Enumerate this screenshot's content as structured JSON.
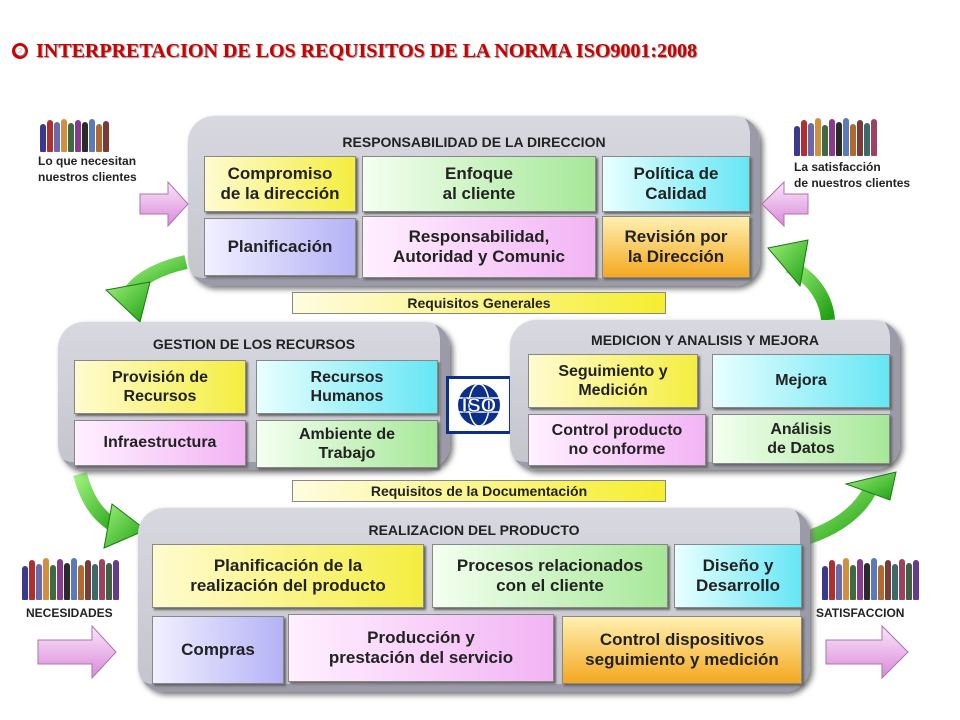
{
  "title": "INTERPRETACION DE LOS REQUISITOS DE LA NORMA ISO9001:2008",
  "title_bullet": "❷",
  "responsabilidad": {
    "title": "RESPONSABILIDAD DE LA DIRECCION",
    "compromiso": "Compromiso\nde la dirección",
    "enfoque": "Enfoque\nal cliente",
    "politica": "Política de\nCalidad",
    "planificacion": "Planificación",
    "responsabilidad": "Responsabilidad,\nAutoridad y Comunic",
    "revision": "Revisión por\nla Dirección"
  },
  "requisitos_generales": "Requisitos Generales",
  "gestion": {
    "title": "GESTION DE LOS RECURSOS",
    "provision": "Provisión de\nRecursos",
    "recursos_humanos": "Recursos\nHumanos",
    "infraestructura": "Infraestructura",
    "ambiente": "Ambiente de\nTrabajo"
  },
  "medicion": {
    "title": "MEDICION Y ANALISIS Y MEJORA",
    "seguimiento": "Seguimiento y\nMedición",
    "mejora": "Mejora",
    "control_producto": "Control producto\nno conforme",
    "analisis": "Análisis\nde Datos"
  },
  "iso_logo": "ISO",
  "requisitos_documentacion": "Requisitos de la Documentación",
  "realizacion": {
    "title": "REALIZACION DEL PRODUCTO",
    "planificacion": "Planificación de la\nrealización  del producto",
    "procesos": "Procesos  relacionados\ncon   el cliente",
    "diseno": "Diseño y\nDesarrollo",
    "compras": "Compras",
    "produccion": "Producción y\nprestación  del servicio",
    "control_dispositivos": "Control dispositivos\nseguimiento y medición"
  },
  "side_labels": {
    "lo_que_necesitan": "Lo que necesitan\nnuestros clientes",
    "satisfaccion_clientes": "La satisfacción\nde nuestros clientes",
    "necesidades": "NECESIDADES",
    "satisfaccion": "SATISFACCION"
  },
  "colors": {
    "title": "#cc0000",
    "arrow_green": "#3ecb1a",
    "arrow_pink": "#e8a0e8",
    "panel": "#c8c8d0",
    "iso_blue": "#0b2f8a"
  },
  "icons": [
    "customers-group-icon",
    "curved-arrow-icon",
    "right-arrow-icon",
    "left-arrow-icon",
    "iso-logo-icon"
  ]
}
